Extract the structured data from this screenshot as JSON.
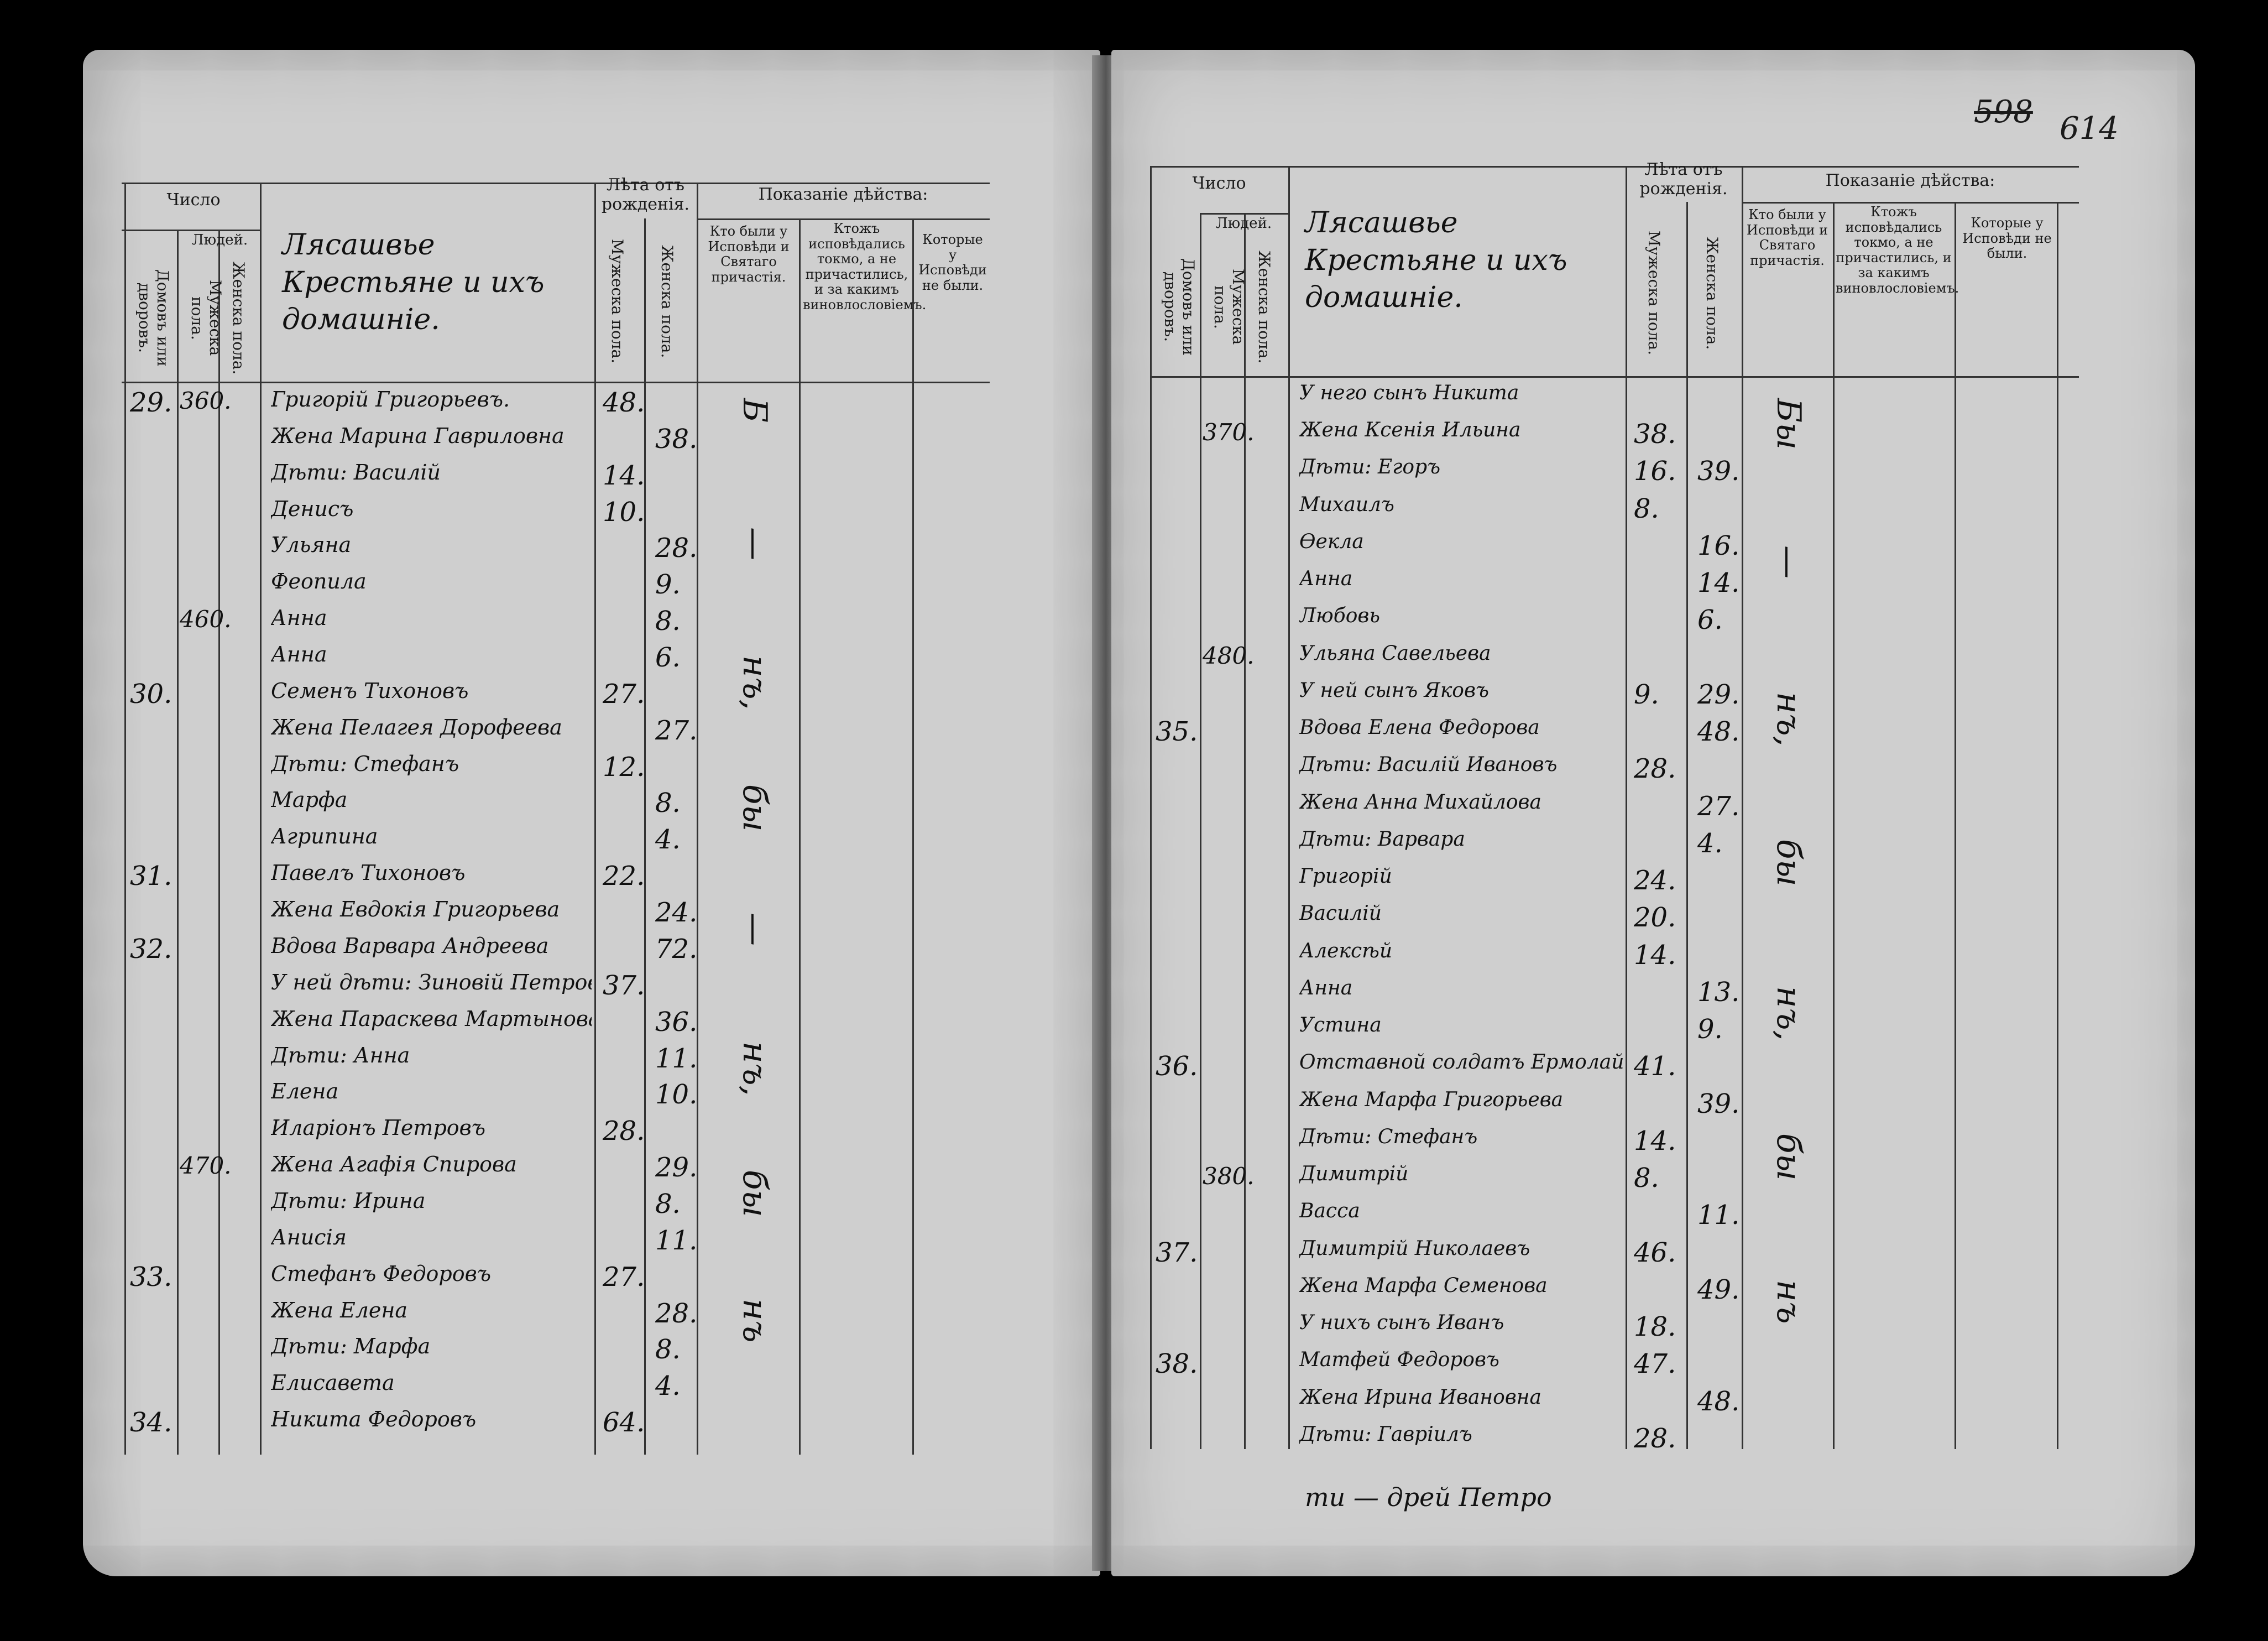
{
  "folio": {
    "crossed": "598",
    "current": "614"
  },
  "headers": {
    "chislo": "Число",
    "lyudey": "Людей.",
    "domov": "Домовъ или дворовъ.",
    "muzh": "Мужеска пола.",
    "zhen": "Женска пола.",
    "leta": "Лѣта отъ рожденія.",
    "leta_muzh": "Мужеска пола.",
    "leta_zhen": "Женска пола.",
    "pokazanie": "Показаніе дѣйства:",
    "col1": "Кто были у Исповѣди и Святаго причастія.",
    "col2": "Ктожъ исповѣдались токмо, а не причастились, и за какимъ виновлословіемъ.",
    "col3": "Которые у Исповѣди не были."
  },
  "left": {
    "title": "Лясашвье Крестьяне и ихъ домашніе.",
    "rows": [
      {
        "house": "29.",
        "people": "360.",
        "name": "Григорій Григорьевъ.",
        "m": "48.",
        "f": ""
      },
      {
        "house": "",
        "people": "",
        "name": "Жена Марина Гавриловна",
        "m": "",
        "f": "38."
      },
      {
        "house": "",
        "people": "",
        "name": "Дѣти: Василій",
        "m": "14.",
        "f": ""
      },
      {
        "house": "",
        "people": "",
        "name": "Денисъ",
        "m": "10.",
        "f": ""
      },
      {
        "house": "",
        "people": "",
        "name": "Ульяна",
        "m": "",
        "f": "28."
      },
      {
        "house": "",
        "people": "",
        "name": "Феопила",
        "m": "",
        "f": "9."
      },
      {
        "house": "",
        "people": "460.",
        "name": "Анна",
        "m": "",
        "f": "8."
      },
      {
        "house": "",
        "people": "",
        "name": "Анна",
        "m": "",
        "f": "6."
      },
      {
        "house": "30.",
        "people": "",
        "name": "Семенъ Тихоновъ",
        "m": "27.",
        "f": ""
      },
      {
        "house": "",
        "people": "",
        "name": "Жена Пелагея Дорофеева",
        "m": "",
        "f": "27."
      },
      {
        "house": "",
        "people": "",
        "name": "Дѣти: Стефанъ",
        "m": "12.",
        "f": ""
      },
      {
        "house": "",
        "people": "",
        "name": "Марфа",
        "m": "",
        "f": "8."
      },
      {
        "house": "",
        "people": "",
        "name": "Агрипина",
        "m": "",
        "f": "4."
      },
      {
        "house": "31.",
        "people": "",
        "name": "Павелъ Тихоновъ",
        "m": "22.",
        "f": ""
      },
      {
        "house": "",
        "people": "",
        "name": "Жена Евдокія Григорьева",
        "m": "",
        "f": "24."
      },
      {
        "house": "32.",
        "people": "",
        "name": "Вдова Варвара Андреева",
        "m": "",
        "f": "72."
      },
      {
        "house": "",
        "people": "",
        "name": "У ней дѣти: Зиновій Петровъ",
        "m": "37.",
        "f": ""
      },
      {
        "house": "",
        "people": "",
        "name": "Жена Параскева Мартынова",
        "m": "",
        "f": "36."
      },
      {
        "house": "",
        "people": "",
        "name": "Дѣти: Анна",
        "m": "",
        "f": "11."
      },
      {
        "house": "",
        "people": "",
        "name": "Елена",
        "m": "",
        "f": "10."
      },
      {
        "house": "",
        "people": "",
        "name": "Иларіонъ Петровъ",
        "m": "28.",
        "f": ""
      },
      {
        "house": "",
        "people": "470.",
        "name": "Жена Агафія Спирова",
        "m": "",
        "f": "29."
      },
      {
        "house": "",
        "people": "",
        "name": "Дѣти: Ирина",
        "m": "",
        "f": "8."
      },
      {
        "house": "",
        "people": "",
        "name": "Анисія",
        "m": "",
        "f": "11."
      },
      {
        "house": "33.",
        "people": "",
        "name": "Стефанъ Федоровъ",
        "m": "27.",
        "f": ""
      },
      {
        "house": "",
        "people": "",
        "name": "Жена Елена",
        "m": "",
        "f": "28."
      },
      {
        "house": "",
        "people": "",
        "name": "Дѣти: Марфа",
        "m": "",
        "f": "8."
      },
      {
        "house": "",
        "people": "",
        "name": "Елисавета",
        "m": "",
        "f": "4."
      },
      {
        "house": "34.",
        "people": "",
        "name": "Никита Федоровъ",
        "m": "64.",
        "f": ""
      }
    ],
    "marks": [
      "Б",
      "—",
      "нъ,",
      "бы",
      "—",
      "нъ,",
      "бы",
      "нъ"
    ]
  },
  "right": {
    "title": "Лясашвье Крестьяне и ихъ домашніе.",
    "rows": [
      {
        "house": "",
        "people": "",
        "name": "У него сынъ Никита",
        "m": "",
        "f": ""
      },
      {
        "house": "",
        "people": "370.",
        "name": "Жена Ксенія Ильина",
        "m": "38.",
        "f": ""
      },
      {
        "house": "",
        "people": "",
        "name": "Дѣти: Егоръ",
        "m": "16.",
        "f": "39."
      },
      {
        "house": "",
        "people": "",
        "name": "Михаилъ",
        "m": "8.",
        "f": ""
      },
      {
        "house": "",
        "people": "",
        "name": "Ѳекла",
        "m": "",
        "f": "16."
      },
      {
        "house": "",
        "people": "",
        "name": "Анна",
        "m": "",
        "f": "14."
      },
      {
        "house": "",
        "people": "",
        "name": "Любовь",
        "m": "",
        "f": "6."
      },
      {
        "house": "",
        "people": "480.",
        "name": "Ульяна Савельева",
        "m": "",
        "f": ""
      },
      {
        "house": "",
        "people": "",
        "name": "У ней сынъ Яковъ",
        "m": "9.",
        "f": "29."
      },
      {
        "house": "35.",
        "people": "",
        "name": "Вдова Елена Федорова",
        "m": "",
        "f": "48."
      },
      {
        "house": "",
        "people": "",
        "name": "Дѣти: Василій Ивановъ",
        "m": "28.",
        "f": ""
      },
      {
        "house": "",
        "people": "",
        "name": "Жена Анна Михайлова",
        "m": "",
        "f": "27."
      },
      {
        "house": "",
        "people": "",
        "name": "Дѣти: Варвара",
        "m": "",
        "f": "4."
      },
      {
        "house": "",
        "people": "",
        "name": "Григорій",
        "m": "24.",
        "f": ""
      },
      {
        "house": "",
        "people": "",
        "name": "Василій",
        "m": "20.",
        "f": ""
      },
      {
        "house": "",
        "people": "",
        "name": "Алексѣй",
        "m": "14.",
        "f": ""
      },
      {
        "house": "",
        "people": "",
        "name": "Анна",
        "m": "",
        "f": "13."
      },
      {
        "house": "",
        "people": "",
        "name": "Устина",
        "m": "",
        "f": "9."
      },
      {
        "house": "36.",
        "people": "",
        "name": "Отставной солдатъ Ермолай Афанасьевъ",
        "m": "41.",
        "f": ""
      },
      {
        "house": "",
        "people": "",
        "name": "Жена Марфа Григорьева",
        "m": "",
        "f": "39."
      },
      {
        "house": "",
        "people": "",
        "name": "Дѣти: Стефанъ",
        "m": "14.",
        "f": ""
      },
      {
        "house": "",
        "people": "380.",
        "name": "Димитрій",
        "m": "8.",
        "f": ""
      },
      {
        "house": "",
        "people": "",
        "name": "Васса",
        "m": "",
        "f": "11."
      },
      {
        "house": "37.",
        "people": "",
        "name": "Димитрій Николаевъ",
        "m": "46.",
        "f": ""
      },
      {
        "house": "",
        "people": "",
        "name": "Жена Марфа Семенова",
        "m": "",
        "f": "49."
      },
      {
        "house": "",
        "people": "",
        "name": "У нихъ сынъ Иванъ",
        "m": "18.",
        "f": ""
      },
      {
        "house": "38.",
        "people": "",
        "name": "Матфей Федоровъ",
        "m": "47.",
        "f": ""
      },
      {
        "house": "",
        "people": "",
        "name": "Жена Ирина Ивановна",
        "m": "",
        "f": "48."
      },
      {
        "house": "",
        "people": "",
        "name": "Дѣти: Гавріилъ",
        "m": "28.",
        "f": ""
      }
    ],
    "footer": "ти — дрей Петро",
    "marks": [
      "Бы",
      "—",
      "нъ,",
      "бы",
      "нъ,",
      "бы",
      "нъ"
    ]
  }
}
